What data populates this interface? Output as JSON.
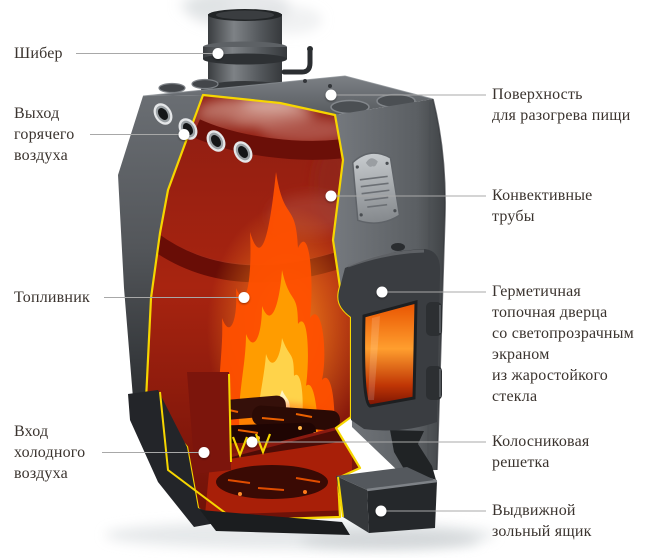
{
  "diagram": {
    "subject": "cutaway wood-burning stove",
    "callouts": {
      "left": [
        {
          "name": "shiber",
          "lines": [
            "Шибер"
          ]
        },
        {
          "name": "hot-air-outlet",
          "lines": [
            "Выход",
            "горячего",
            "воздуха"
          ]
        },
        {
          "name": "firebox",
          "lines": [
            "Топливник"
          ]
        },
        {
          "name": "cold-air-inlet",
          "lines": [
            "Вход",
            "холодного",
            "воздуха"
          ]
        }
      ],
      "right": [
        {
          "name": "cooking-surface",
          "lines": [
            "Поверхность",
            "для разогрева пищи"
          ]
        },
        {
          "name": "convective-tubes",
          "lines": [
            "Конвективные",
            "трубы"
          ]
        },
        {
          "name": "sealed-door",
          "lines": [
            "Герметичная",
            "топочная дверца",
            "со светопрозрачным",
            "экраном",
            "из жаростойкого",
            "стекла"
          ]
        },
        {
          "name": "grate",
          "lines": [
            "Колосниковая",
            "решетка"
          ]
        },
        {
          "name": "ash-box",
          "lines": [
            "Выдвижной",
            "зольный ящик"
          ]
        }
      ]
    },
    "colors": {
      "background": "#ffffff",
      "label_text": "#3a332e",
      "callout_line": "#a8a8a8",
      "cut_edge_yellow": "#f6d600",
      "body_gray": "#5d6166",
      "interior_red": "#9c2013",
      "fire_orange": "#ff9200",
      "fire_core": "#fff3bd"
    }
  }
}
